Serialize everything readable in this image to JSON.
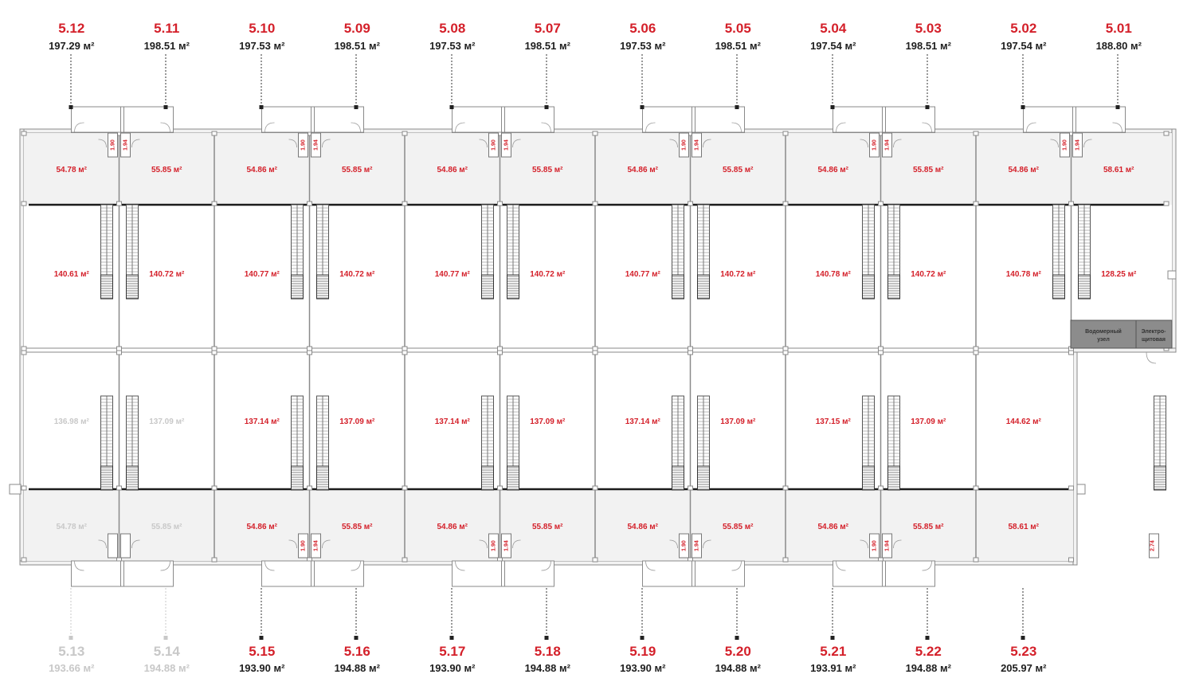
{
  "colors": {
    "accent": "#d4202a",
    "text": "#1e1e1e",
    "inactive": "#c8c8c8",
    "wall": "#8a8a8a",
    "room_fill": "#f2f2f2",
    "tech_fill": "#8c8c8c"
  },
  "top_units": [
    {
      "id": "5.12",
      "total": "197.29 м²",
      "upper": "54.78 м²",
      "middle": "140.61 м²",
      "wc": "1.90"
    },
    {
      "id": "5.11",
      "total": "198.51 м²",
      "upper": "55.85 м²",
      "middle": "140.72 м²",
      "wc": "1.94"
    },
    {
      "id": "5.10",
      "total": "197.53 м²",
      "upper": "54.86 м²",
      "middle": "140.77 м²",
      "wc": "1.90"
    },
    {
      "id": "5.09",
      "total": "198.51 м²",
      "upper": "55.85 м²",
      "middle": "140.72 м²",
      "wc": "1.94"
    },
    {
      "id": "5.08",
      "total": "197.53 м²",
      "upper": "54.86 м²",
      "middle": "140.77 м²",
      "wc": "1.90"
    },
    {
      "id": "5.07",
      "total": "198.51 м²",
      "upper": "55.85 м²",
      "middle": "140.72 м²",
      "wc": "1.94"
    },
    {
      "id": "5.06",
      "total": "197.53 м²",
      "upper": "54.86 м²",
      "middle": "140.77 м²",
      "wc": "1.90"
    },
    {
      "id": "5.05",
      "total": "198.51 м²",
      "upper": "55.85 м²",
      "middle": "140.72 м²",
      "wc": "1.94"
    },
    {
      "id": "5.04",
      "total": "197.54 м²",
      "upper": "54.86 м²",
      "middle": "140.78 м²",
      "wc": "1.90"
    },
    {
      "id": "5.03",
      "total": "198.51 м²",
      "upper": "55.85 м²",
      "middle": "140.72 м²",
      "wc": "1.94"
    },
    {
      "id": "5.02",
      "total": "197.54 м²",
      "upper": "54.86 м²",
      "middle": "140.78 м²",
      "wc": "1.90"
    },
    {
      "id": "5.01",
      "total": "188.80 м²",
      "upper": "58.61 м²",
      "middle": "128.25 м²",
      "wc": "1.94"
    }
  ],
  "bottom_units": [
    {
      "id": "5.13",
      "total": "193.66 м²",
      "upper": "136.98 м²",
      "lower": "54.78 м²",
      "wc": "",
      "active": false
    },
    {
      "id": "5.14",
      "total": "194.88 м²",
      "upper": "137.09 м²",
      "lower": "55.85 м²",
      "wc": "",
      "active": false
    },
    {
      "id": "5.15",
      "total": "193.90 м²",
      "upper": "137.14 м²",
      "lower": "54.86 м²",
      "wc": "1.90",
      "active": true
    },
    {
      "id": "5.16",
      "total": "194.88 м²",
      "upper": "137.09 м²",
      "lower": "55.85 м²",
      "wc": "1.94",
      "active": true
    },
    {
      "id": "5.17",
      "total": "193.90 м²",
      "upper": "137.14 м²",
      "lower": "54.86 м²",
      "wc": "1.90",
      "active": true
    },
    {
      "id": "5.18",
      "total": "194.88 м²",
      "upper": "137.09 м²",
      "lower": "55.85 м²",
      "wc": "1.94",
      "active": true
    },
    {
      "id": "5.19",
      "total": "193.90 м²",
      "upper": "137.14 м²",
      "lower": "54.86 м²",
      "wc": "1.90",
      "active": true
    },
    {
      "id": "5.20",
      "total": "194.88 м²",
      "upper": "137.09 м²",
      "lower": "55.85 м²",
      "wc": "1.94",
      "active": true
    },
    {
      "id": "5.21",
      "total": "193.91 м²",
      "upper": "137.15 м²",
      "lower": "54.86 м²",
      "wc": "1.90",
      "active": true
    },
    {
      "id": "5.22",
      "total": "194.88 м²",
      "upper": "137.09 м²",
      "lower": "55.85 м²",
      "wc": "1.94",
      "active": true
    },
    {
      "id": "5.23",
      "total": "205.97 м²",
      "upper": "144.62 м²",
      "lower": "58.61 м²",
      "wc": "2.74",
      "active": true
    }
  ],
  "tech_rooms": [
    {
      "line1": "Водомерный",
      "line2": "узел"
    },
    {
      "line1": "Электро-",
      "line2": "щитовая"
    }
  ]
}
